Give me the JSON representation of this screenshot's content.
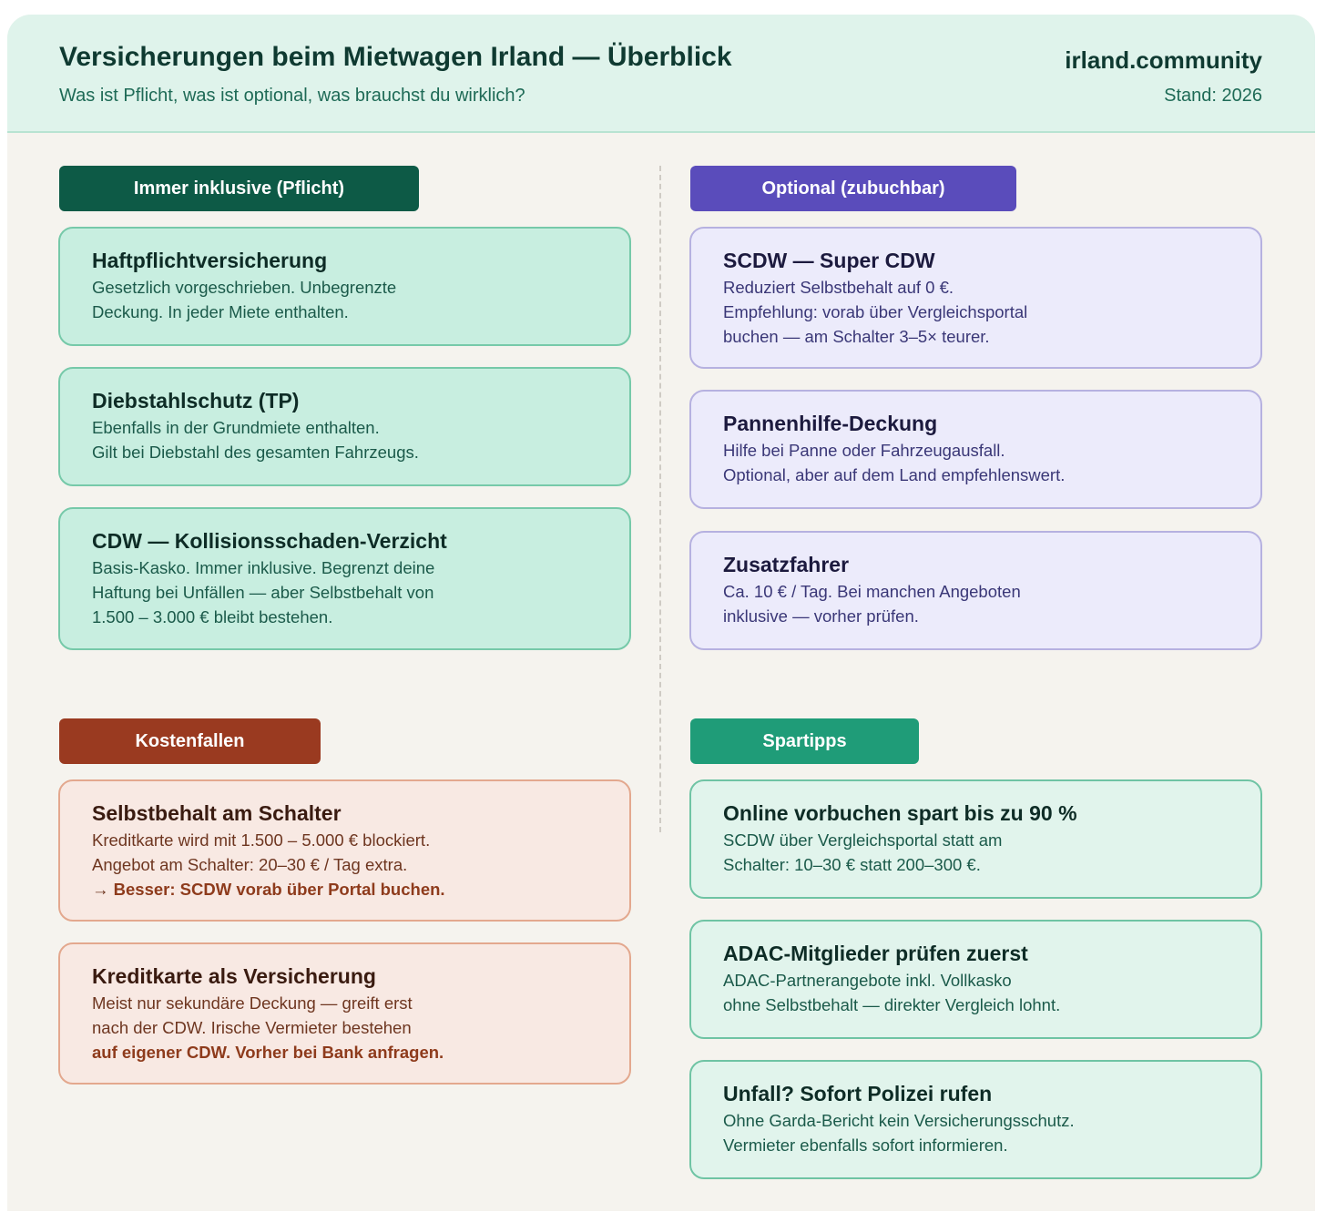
{
  "header": {
    "title": "Versicherungen beim Mietwagen Irland — Überblick",
    "subtitle": "Was ist Pflicht, was ist optional, was brauchst du wirklich?",
    "site": "irland.community",
    "stand": "Stand: 2026"
  },
  "colors": {
    "pflicht": "#0d5a46",
    "optional": "#5a4cbb",
    "kostenfallen": "#9a3a20",
    "spartipps": "#1f9c78"
  },
  "sections": {
    "pflicht": {
      "label": "Immer inklusive (Pflicht)",
      "cards": [
        {
          "title": "Haftpflichtversicherung",
          "lines": [
            "Gesetzlich vorgeschrieben. Unbegrenzte",
            "Deckung. In jeder Miete enthalten."
          ]
        },
        {
          "title": "Diebstahlschutz (TP)",
          "lines": [
            "Ebenfalls in der Grundmiete enthalten.",
            "Gilt bei Diebstahl des gesamten Fahrzeugs."
          ]
        },
        {
          "title": "CDW — Kollisionsschaden-Verzicht",
          "lines": [
            "Basis-Kasko. Immer inklusive. Begrenzt deine",
            "Haftung bei Unfällen — aber Selbstbehalt von",
            "1.500 – 3.000 € bleibt bestehen."
          ]
        }
      ]
    },
    "optional": {
      "label": "Optional (zubuchbar)",
      "cards": [
        {
          "title": "SCDW — Super CDW",
          "lines": [
            "Reduziert Selbstbehalt auf 0 €.",
            "Empfehlung: vorab über Vergleichsportal",
            "buchen — am Schalter 3–5× teurer."
          ]
        },
        {
          "title": "Pannenhilfe-Deckung",
          "lines": [
            "Hilfe bei Panne oder Fahrzeugausfall.",
            "Optional, aber auf dem Land empfehlenswert."
          ]
        },
        {
          "title": "Zusatzfahrer",
          "lines": [
            "Ca. 10 € / Tag. Bei manchen Angeboten",
            "inklusive — vorher prüfen."
          ]
        }
      ]
    },
    "kostenfallen": {
      "label": "Kostenfallen",
      "cards": [
        {
          "title": "Selbstbehalt am Schalter",
          "lines": [
            "Kreditkarte wird mit 1.500 – 5.000 € blockiert.",
            "Angebot am Schalter: 20–30 € / Tag extra."
          ],
          "arrow": "→ ",
          "highlight": "Besser: SCDW vorab über Portal buchen."
        },
        {
          "title": "Kreditkarte als Versicherung",
          "lines": [
            "Meist nur sekundäre Deckung — greift erst",
            "nach der CDW. Irische Vermieter bestehen"
          ],
          "highlight": "auf eigener CDW. Vorher bei Bank anfragen."
        }
      ]
    },
    "spartipps": {
      "label": "Spartipps",
      "cards": [
        {
          "title": "Online vorbuchen spart bis zu 90 %",
          "lines": [
            "SCDW über Vergleichsportal statt am",
            "Schalter: 10–30 € statt 200–300 €."
          ]
        },
        {
          "title": "ADAC-Mitglieder prüfen zuerst",
          "lines": [
            "ADAC-Partnerangebote inkl. Vollkasko",
            "ohne Selbstbehalt — direkter Vergleich lohnt."
          ]
        },
        {
          "title": "Unfall? Sofort Polizei rufen",
          "lines": [
            "Ohne Garda-Bericht kein Versicherungsschutz.",
            "Vermieter ebenfalls sofort informieren."
          ]
        }
      ]
    }
  }
}
